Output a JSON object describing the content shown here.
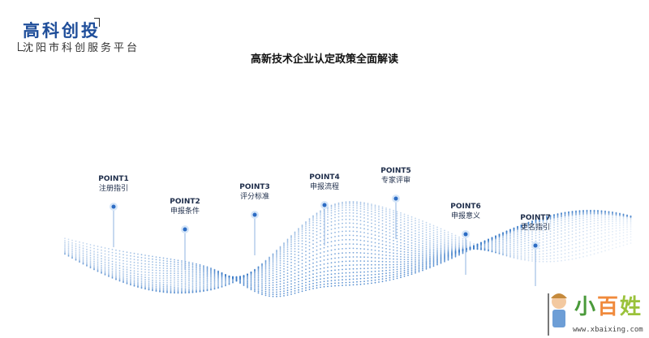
{
  "logo": {
    "main": "高科创投",
    "sub": "沈阳市科创服务平台"
  },
  "title": "高新技术企业认定政策全面解读",
  "points": [
    {
      "label": "POINT1",
      "text": "注册指引"
    },
    {
      "label": "POINT2",
      "text": "申报条件"
    },
    {
      "label": "POINT3",
      "text": "评分标准"
    },
    {
      "label": "POINT4",
      "text": "申报流程"
    },
    {
      "label": "POINT5",
      "text": "专家评审"
    },
    {
      "label": "POINT6",
      "text": "申报意义"
    },
    {
      "label": "POINT7",
      "text": "更名指引"
    }
  ],
  "watermark": {
    "chars": [
      "小",
      "百",
      "姓"
    ],
    "url": "www.xbaixing.com"
  },
  "colors": {
    "accent": "#1f4e9a",
    "dot": "#3a7bc8"
  }
}
